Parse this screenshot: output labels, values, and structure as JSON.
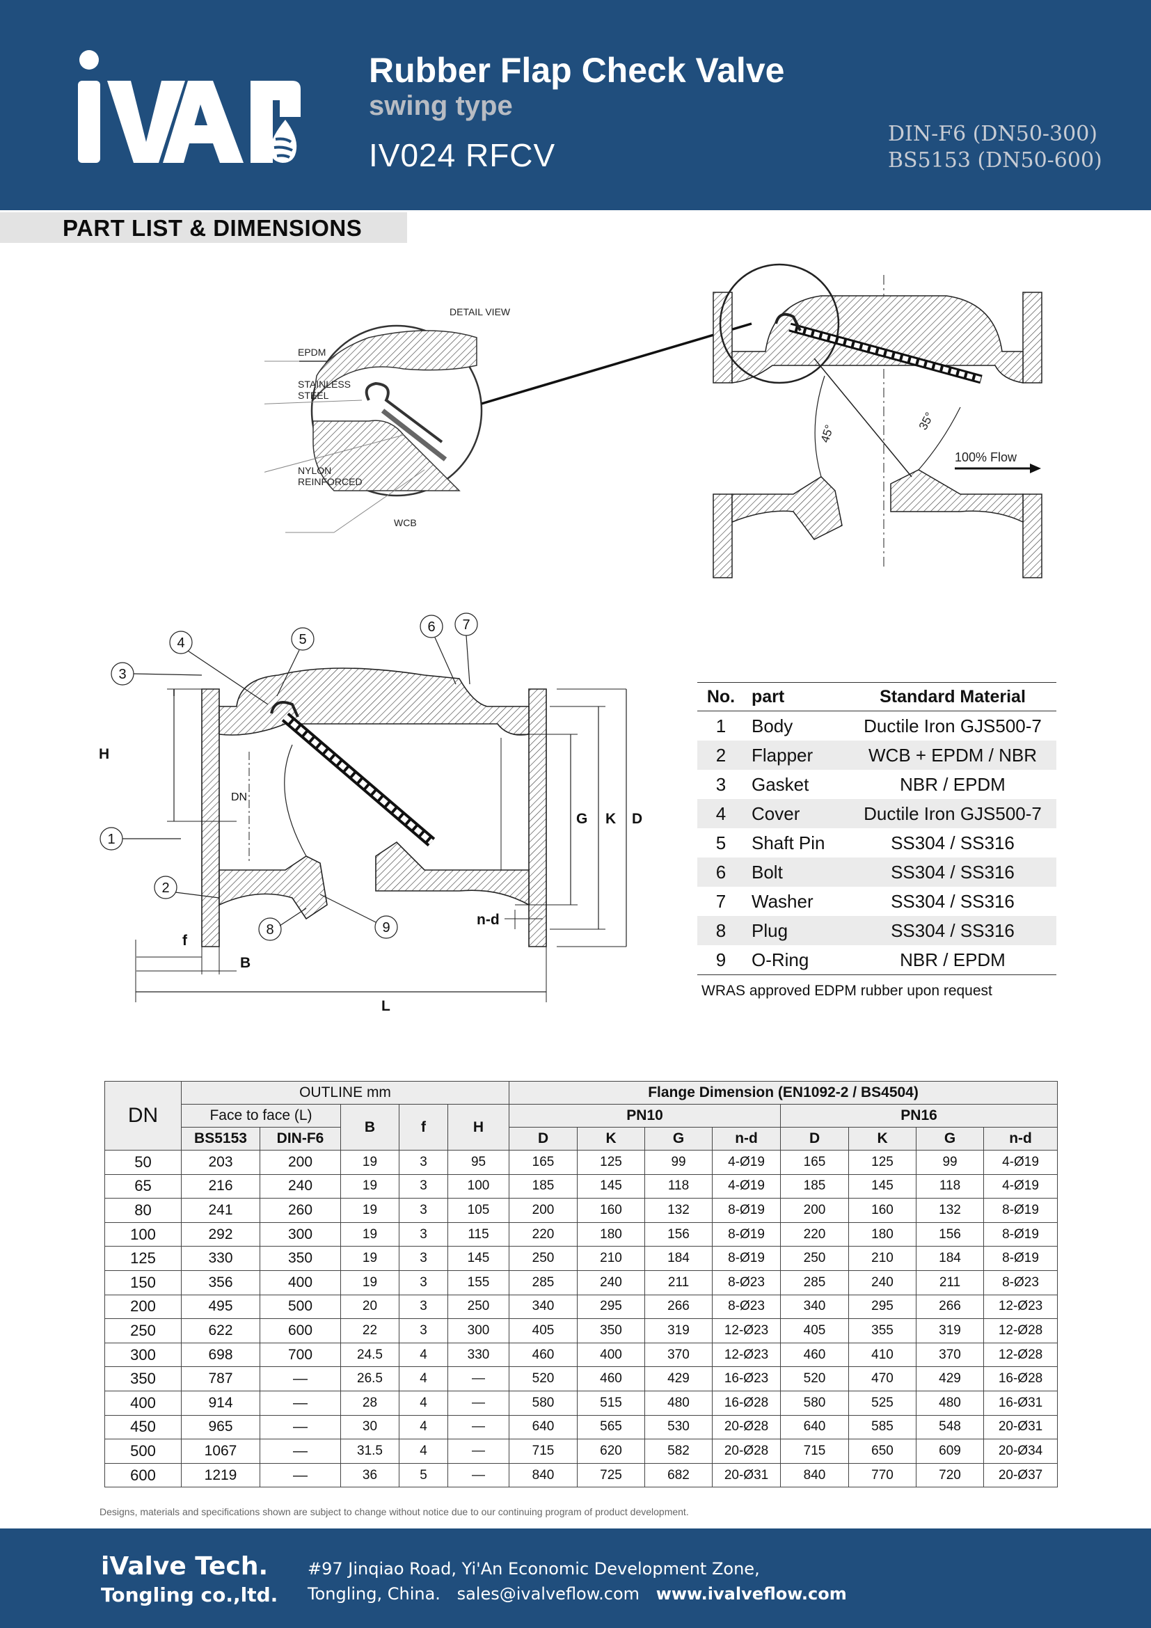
{
  "header": {
    "title": "Rubber Flap Check Valve",
    "subtitle": "swing type",
    "model": "IV024 RFCV",
    "standards": [
      "DIN-F6  (DN50-300)",
      "BS5153 (DN50-600)"
    ],
    "brand_color": "#204e7d"
  },
  "section_title": "PART LIST & DIMENSIONS",
  "detail": {
    "title": "DETAIL VIEW",
    "labels": [
      "EPDM",
      "STAINLESS",
      "STEEL",
      "NYLON",
      "REINFORCED",
      "WCB"
    ],
    "angle_a": "45°",
    "angle_b": "35°",
    "flow": "100% Flow"
  },
  "main_drawing": {
    "callouts": [
      "1",
      "2",
      "3",
      "4",
      "5",
      "6",
      "7",
      "8",
      "9"
    ],
    "dims": {
      "H": "H",
      "DN": "DN",
      "G": "G",
      "K": "K",
      "D": "D",
      "f": "f",
      "B": "B",
      "L": "L",
      "nd": "n-d"
    }
  },
  "parts": {
    "headers": [
      "No.",
      "part",
      "Standard Material"
    ],
    "rows": [
      {
        "no": "1",
        "part": "Body",
        "material": "Ductile Iron GJS500-7"
      },
      {
        "no": "2",
        "part": "Flapper",
        "material": "WCB + EPDM / NBR"
      },
      {
        "no": "3",
        "part": "Gasket",
        "material": "NBR / EPDM"
      },
      {
        "no": "4",
        "part": "Cover",
        "material": "Ductile Iron GJS500-7"
      },
      {
        "no": "5",
        "part": "Shaft Pin",
        "material": "SS304 /  SS316"
      },
      {
        "no": "6",
        "part": "Bolt",
        "material": "SS304 /  SS316"
      },
      {
        "no": "7",
        "part": "Washer",
        "material": "SS304 /  SS316"
      },
      {
        "no": "8",
        "part": "Plug",
        "material": "SS304 /  SS316"
      },
      {
        "no": "9",
        "part": "O-Ring",
        "material": "NBR / EPDM"
      }
    ],
    "note": "WRAS approved EDPM rubber upon request"
  },
  "dims_table": {
    "dn": "DN",
    "outline": "OUTLINE mm",
    "face": "Face to face (L)",
    "bs": "BS5153",
    "din": "DIN-F6",
    "b": "B",
    "f": "f",
    "h": "H",
    "flange": "Flange Dimension (EN1092-2 / BS4504)",
    "pn10": "PN10",
    "pn16": "PN16",
    "sub": [
      "D",
      "K",
      "G",
      "n-d"
    ],
    "rows": [
      [
        "50",
        "203",
        "200",
        "19",
        "3",
        "95",
        "165",
        "125",
        "99",
        "4-Ø19",
        "165",
        "125",
        "99",
        "4-Ø19"
      ],
      [
        "65",
        "216",
        "240",
        "19",
        "3",
        "100",
        "185",
        "145",
        "118",
        "4-Ø19",
        "185",
        "145",
        "118",
        "4-Ø19"
      ],
      [
        "80",
        "241",
        "260",
        "19",
        "3",
        "105",
        "200",
        "160",
        "132",
        "8-Ø19",
        "200",
        "160",
        "132",
        "8-Ø19"
      ],
      [
        "100",
        "292",
        "300",
        "19",
        "3",
        "115",
        "220",
        "180",
        "156",
        "8-Ø19",
        "220",
        "180",
        "156",
        "8-Ø19"
      ],
      [
        "125",
        "330",
        "350",
        "19",
        "3",
        "145",
        "250",
        "210",
        "184",
        "8-Ø19",
        "250",
        "210",
        "184",
        "8-Ø19"
      ],
      [
        "150",
        "356",
        "400",
        "19",
        "3",
        "155",
        "285",
        "240",
        "211",
        "8-Ø23",
        "285",
        "240",
        "211",
        "8-Ø23"
      ],
      [
        "200",
        "495",
        "500",
        "20",
        "3",
        "250",
        "340",
        "295",
        "266",
        "8-Ø23",
        "340",
        "295",
        "266",
        "12-Ø23"
      ],
      [
        "250",
        "622",
        "600",
        "22",
        "3",
        "300",
        "405",
        "350",
        "319",
        "12-Ø23",
        "405",
        "355",
        "319",
        "12-Ø28"
      ],
      [
        "300",
        "698",
        "700",
        "24.5",
        "4",
        "330",
        "460",
        "400",
        "370",
        "12-Ø23",
        "460",
        "410",
        "370",
        "12-Ø28"
      ],
      [
        "350",
        "787",
        "—",
        "26.5",
        "4",
        "—",
        "520",
        "460",
        "429",
        "16-Ø23",
        "520",
        "470",
        "429",
        "16-Ø28"
      ],
      [
        "400",
        "914",
        "—",
        "28",
        "4",
        "—",
        "580",
        "515",
        "480",
        "16-Ø28",
        "580",
        "525",
        "480",
        "16-Ø31"
      ],
      [
        "450",
        "965",
        "—",
        "30",
        "4",
        "—",
        "640",
        "565",
        "530",
        "20-Ø28",
        "640",
        "585",
        "548",
        "20-Ø31"
      ],
      [
        "500",
        "1067",
        "—",
        "31.5",
        "4",
        "—",
        "715",
        "620",
        "582",
        "20-Ø28",
        "715",
        "650",
        "609",
        "20-Ø34"
      ],
      [
        "600",
        "1219",
        "—",
        "36",
        "5",
        "—",
        "840",
        "725",
        "682",
        "20-Ø31",
        "840",
        "770",
        "720",
        "20-Ø37"
      ]
    ]
  },
  "disclaimer": "Designs, materials and specifications shown are subject to change without notice due to our continuing program of product development.",
  "footer": {
    "company1": "iValve Tech.",
    "company2": "Tongling co.,ltd.",
    "address1": "#97 Jinqiao Road, Yi'An Economic Development Zone,",
    "address2a": "Tongling, China.",
    "email": "sales@ivalveflow.com",
    "web": "www.ivalveflow.com"
  }
}
